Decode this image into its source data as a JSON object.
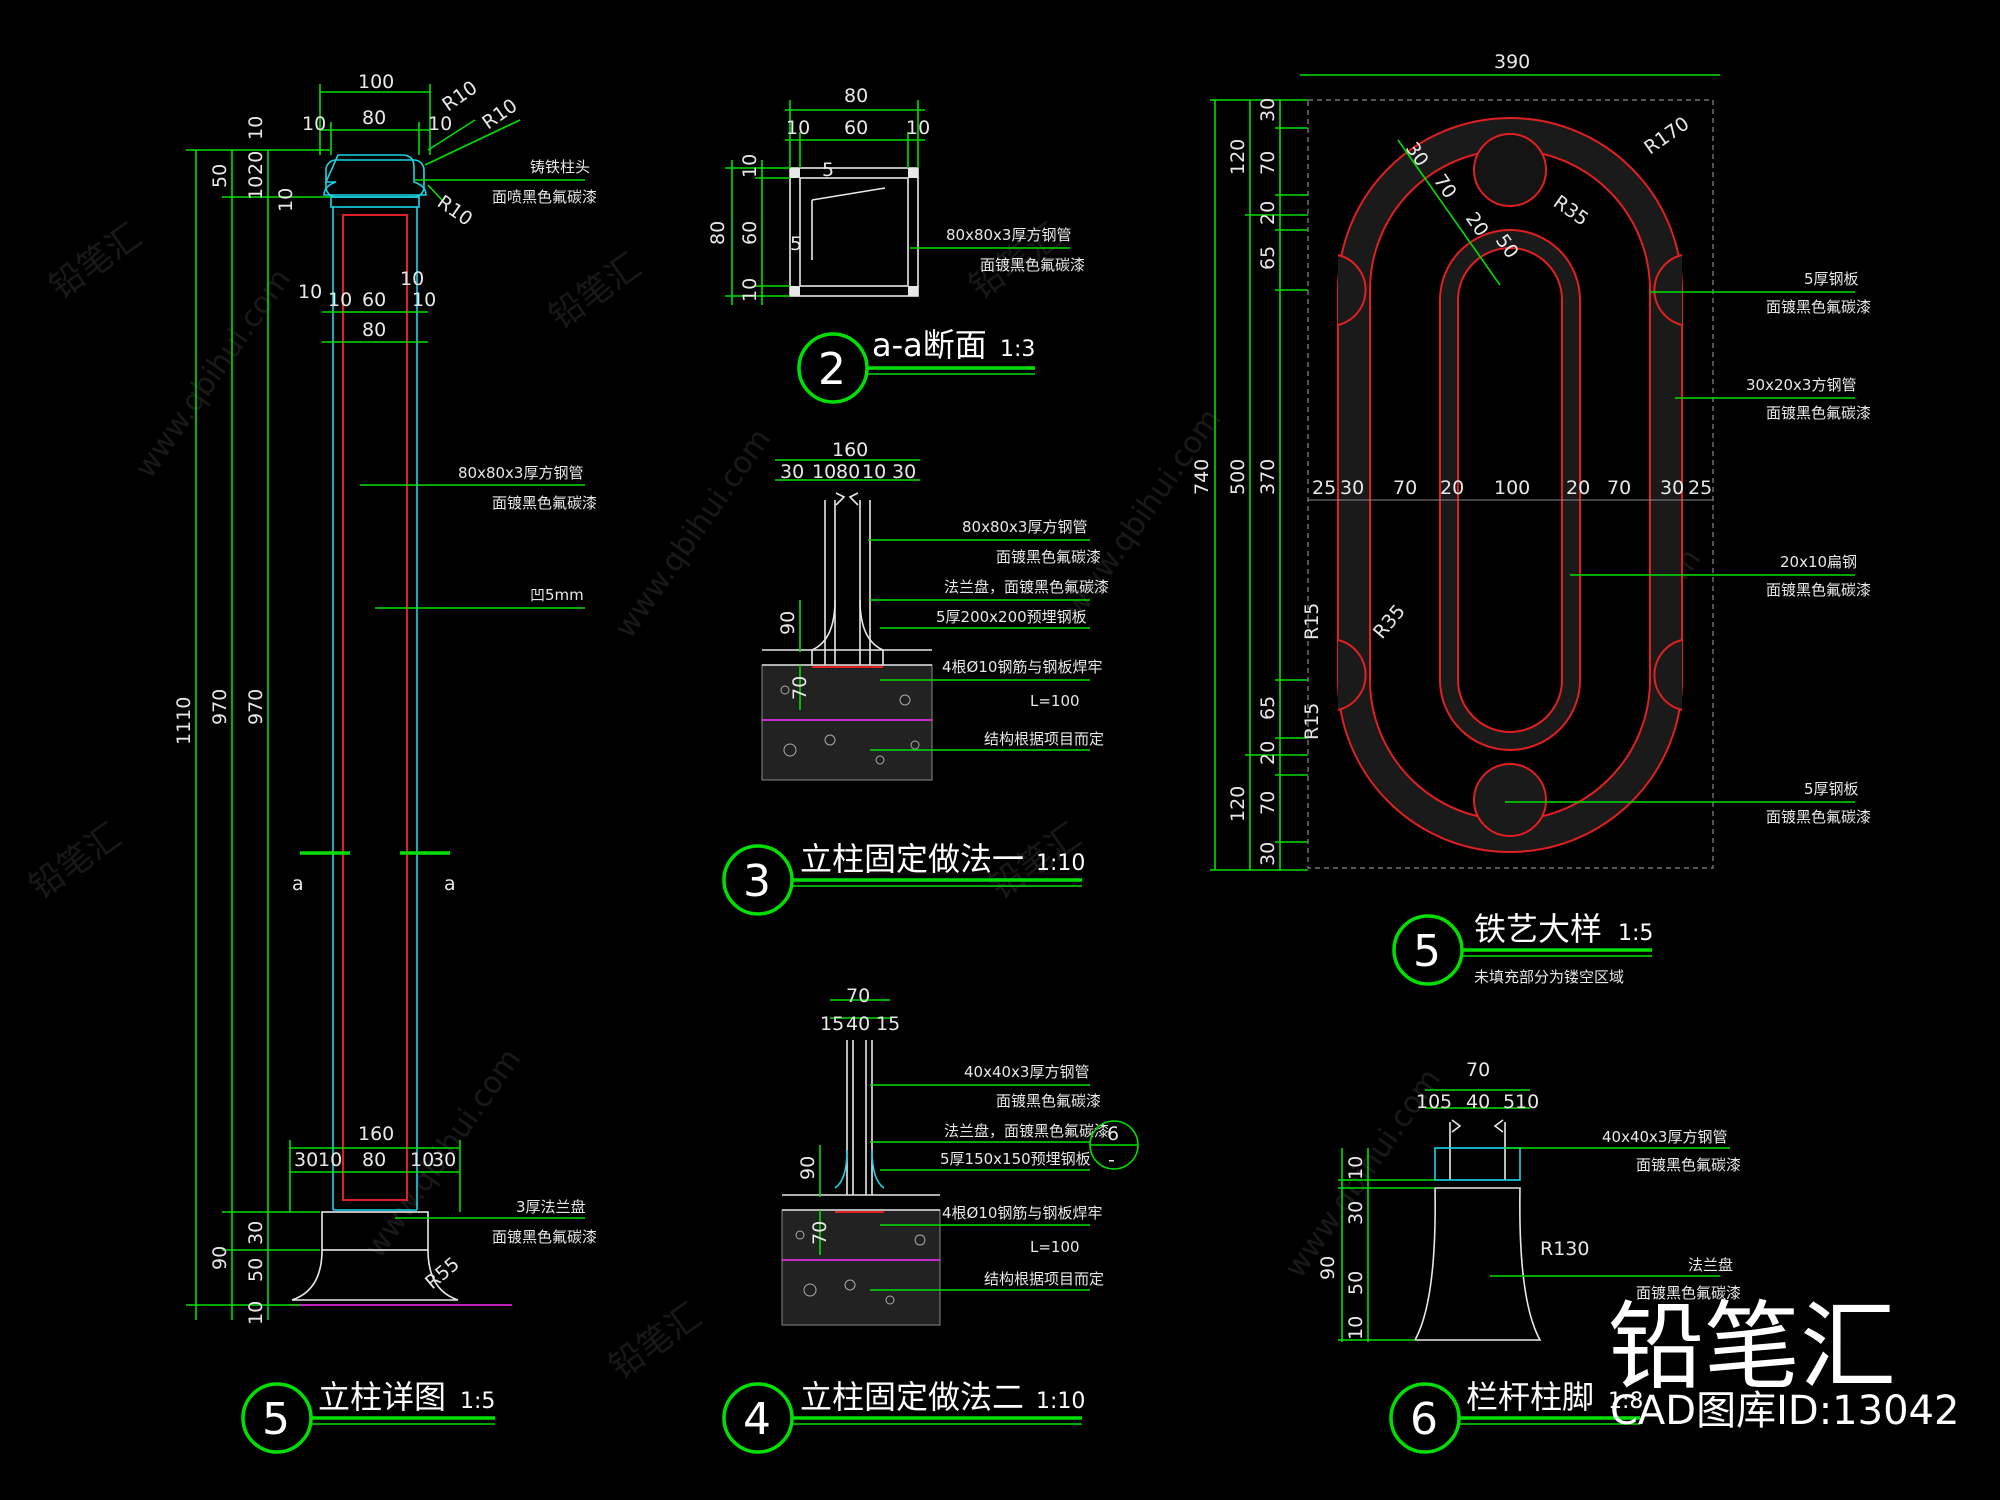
{
  "drawing": {
    "views": [
      {
        "number": "5",
        "title": "立柱详图",
        "scale": "1:5"
      },
      {
        "number": "2",
        "title": "a-a断面",
        "scale": "1:3"
      },
      {
        "number": "3",
        "title": "立柱固定做法一",
        "scale": "1:10"
      },
      {
        "number": "4",
        "title": "立柱固定做法二",
        "scale": "1:10"
      },
      {
        "number": "5",
        "title": "铁艺大样",
        "scale": "1:5",
        "note": "未填充部分为镂空区域"
      },
      {
        "number": "6",
        "title": "栏杆柱脚",
        "scale": "1:8"
      }
    ],
    "watermark": {
      "logo": "铅笔汇",
      "id": "CAD图库ID:13042",
      "site": "www.qbihui.com",
      "faint": "铅笔汇"
    },
    "post_detail": {
      "dims_top": [
        "100",
        "80",
        "10",
        "10",
        "10",
        "60",
        "10",
        "10",
        "80",
        "R10",
        "R10",
        "R10"
      ],
      "dims_left": [
        "10",
        "50",
        "20",
        "10",
        "10",
        "1110",
        "970",
        "970",
        "30",
        "90",
        "50",
        "10"
      ],
      "dims_bottom": [
        "160",
        "30",
        "10",
        "80",
        "10",
        "30",
        "R55"
      ],
      "section_mark": "a",
      "notes": [
        {
          "line1": "铸铁柱头",
          "line2": "面喷黑色氟碳漆"
        },
        {
          "line1": "80x80x3厚方钢管",
          "line2": "面镀黑色氟碳漆"
        },
        {
          "line1": "凹5mm",
          "line2": ""
        },
        {
          "line1": "3厚法兰盘",
          "line2": "面镀黑色氟碳漆"
        }
      ]
    },
    "section_aa": {
      "dims": [
        "80",
        "10",
        "60",
        "10",
        "10",
        "60",
        "10",
        "80",
        "5",
        "5"
      ],
      "notes": [
        {
          "line1": "80x80x3厚方钢管",
          "line2": "面镀黑色氟碳漆"
        }
      ]
    },
    "fix1": {
      "dims": [
        "160",
        "30",
        "10",
        "80",
        "10",
        "30",
        "90",
        "70"
      ],
      "notes": [
        "80x80x3厚方钢管",
        "面镀黑色氟碳漆",
        "法兰盘，面镀黑色氟碳漆",
        "5厚200x200预埋钢板",
        "4根Ø10钢筋与钢板焊牢",
        "L=100",
        "结构根据项目而定"
      ]
    },
    "fix2": {
      "dims": [
        "70",
        "15",
        "40",
        "15",
        "90",
        "70"
      ],
      "ref_top": "6",
      "ref_bottom": "-",
      "notes": [
        "40x40x3厚方钢管",
        "面镀黑色氟碳漆",
        "法兰盘，面镀黑色氟碳漆",
        "5厚150x150预埋钢板",
        "4根Ø10钢筋与钢板焊牢",
        "L=100",
        "结构根据项目而定"
      ]
    },
    "iron_art": {
      "dim_top": "390",
      "dims_left_outer": [
        "740",
        "500"
      ],
      "dims_left": [
        "30",
        "120",
        "70",
        "20",
        "65",
        "370",
        "65",
        "20",
        "120",
        "70",
        "30"
      ],
      "dims_horizontal": [
        "25",
        "30",
        "70",
        "20",
        "100",
        "20",
        "70",
        "30",
        "25"
      ],
      "radii": [
        "R170",
        "R35",
        "R35",
        "R15",
        "R15"
      ],
      "diag_dims": [
        "30",
        "70",
        "20",
        "50"
      ],
      "notes": [
        {
          "line1": "5厚钢板",
          "line2": "面镀黑色氟碳漆"
        },
        {
          "line1": "30x20x3方钢管",
          "line2": "面镀黑色氟碳漆"
        },
        {
          "line1": "20x10扁钢",
          "line2": "面镀黑色氟碳漆"
        },
        {
          "line1": "5厚钢板",
          "line2": "面镀黑色氟碳漆"
        }
      ]
    },
    "post_foot": {
      "dims_top": [
        "70",
        "10",
        "5",
        "40",
        "5",
        "10"
      ],
      "dims_left": [
        "10",
        "30",
        "90",
        "50",
        "10"
      ],
      "radius": "R130",
      "notes": [
        {
          "line1": "40x40x3厚方钢管",
          "line2": "面镀黑色氟碳漆"
        },
        {
          "line1": "法兰盘",
          "line2": "面镀黑色氟碳漆"
        }
      ]
    }
  }
}
